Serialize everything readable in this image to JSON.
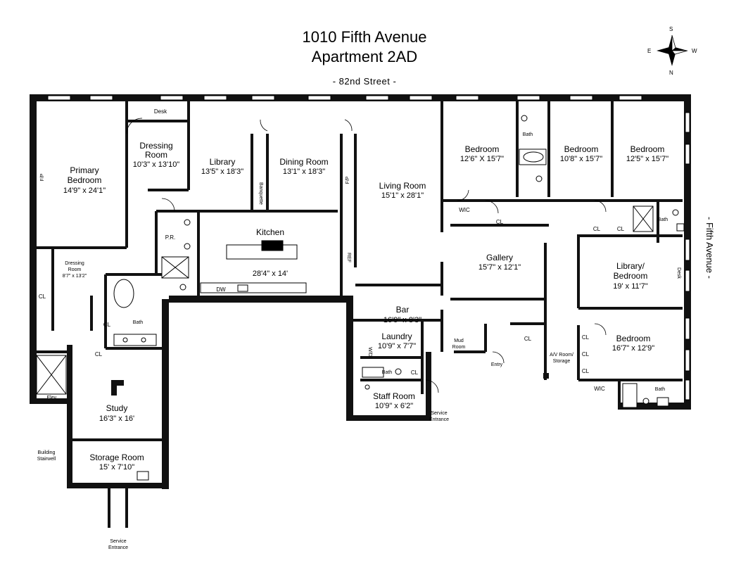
{
  "header": {
    "line1": "1010 Fifth Avenue",
    "line2": "Apartment 2AD",
    "street": "- 82nd Street -"
  },
  "side_street": "- Fifth Avenue -",
  "compass": {
    "s": "S",
    "n": "N",
    "e": "E",
    "w": "W"
  },
  "rooms": {
    "primary_bedroom": {
      "name1": "Primary",
      "name2": "Bedroom",
      "dim": "14'9\" x 24'1\""
    },
    "dressing_room_top": {
      "name1": "Dressing",
      "name2": "Room",
      "dim": "10'3\" x 13'10\""
    },
    "library": {
      "name": "Library",
      "dim": "13'5\" x 18'3\""
    },
    "dining_room": {
      "name": "Dining Room",
      "dim": "13'1\" x 18'3\""
    },
    "living_room": {
      "name": "Living Room",
      "dim": "15'1\" x 28'1\""
    },
    "bedroom_1": {
      "name": "Bedroom",
      "dim": "12'6\" X 15'7\""
    },
    "bedroom_2": {
      "name": "Bedroom",
      "dim": "10'8\" x 15'7\""
    },
    "bedroom_3": {
      "name": "Bedroom",
      "dim": "12'5\" x 15'7\""
    },
    "kitchen": {
      "name": "Kitchen",
      "dim": "28'4\" x 14'"
    },
    "gallery": {
      "name": "Gallery",
      "dim": "15'7\" x 12'1\""
    },
    "library_bedroom": {
      "name1": "Library/",
      "name2": "Bedroom",
      "dim": "19' x 11'7\""
    },
    "bar": {
      "name": "Bar",
      "dim": "16'9\" x 8'3\""
    },
    "laundry": {
      "name": "Laundry",
      "dim": "10'9\" x 7'7\""
    },
    "staff_room": {
      "name": "Staff Room",
      "dim": "10'9\" x 6'2\""
    },
    "bedroom_4": {
      "name": "Bedroom",
      "dim": "16'7\" x 12'9\""
    },
    "study": {
      "name": "Study",
      "dim": "16'3\" x 16'"
    },
    "storage_room": {
      "name": "Storage Room",
      "dim": "15' x 7'10\""
    },
    "dressing_room_small": {
      "name1": "Dressing",
      "name2": "Room",
      "dim": "8'7\" x 13'2\""
    }
  },
  "small_labels": {
    "desk_top": "Desk",
    "fp_left": "F/P",
    "fp_living": "F/P",
    "banquette": "Banquette",
    "pr": "P.R.",
    "dw": "DW",
    "ref": "REF",
    "wic_1": "WIC",
    "wic_2": "WIC",
    "cl": "CL",
    "bath": "Bath",
    "desk_right": "Desk",
    "mud_room1": "Mud",
    "mud_room2": "Room",
    "entry": "Entry",
    "av_room1": "A/V Room/",
    "av_room2": "Storage",
    "wd": "W/D",
    "elev": "Elev.",
    "building_stairwell1": "Building",
    "building_stairwell2": "Stairwell",
    "service_entrance1": "Service",
    "service_entrance2": "Entrance"
  }
}
